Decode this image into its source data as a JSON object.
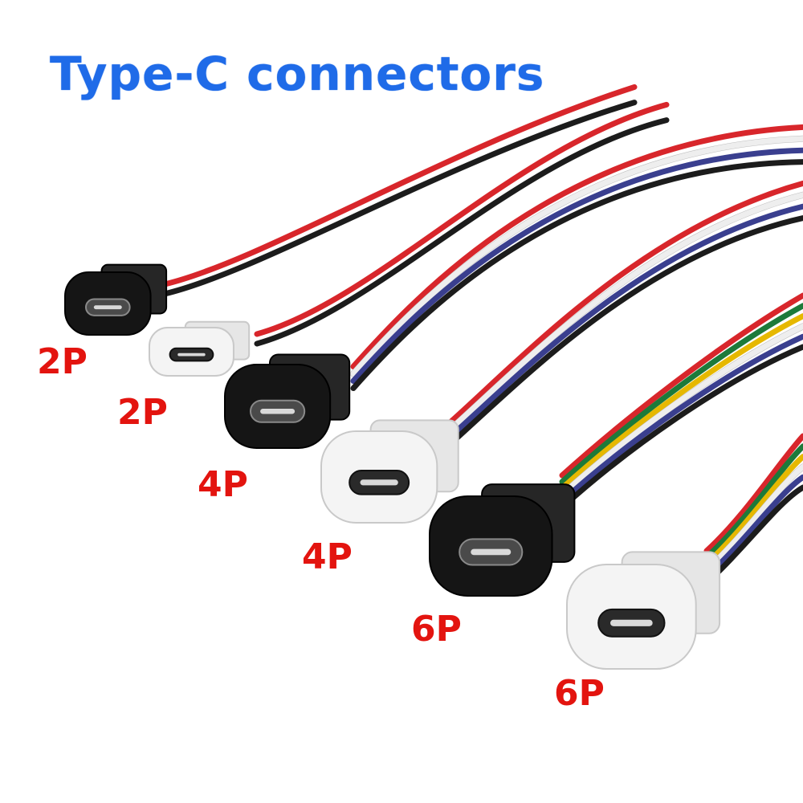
{
  "title": "Type-C connectors",
  "colors": {
    "title": "#1f6be8",
    "label": "#e3140f",
    "housing_black": "#151515",
    "housing_white": "#f4f4f4",
    "wire_red": "#d8262b",
    "wire_black": "#1c1c1c",
    "wire_white": "#eeeeee",
    "wire_blue": "#3a3f8f",
    "wire_green": "#1d7a3a",
    "wire_yellow": "#e6b800"
  },
  "connectors": [
    {
      "label": "2P",
      "housing": "black",
      "wires": [
        "red",
        "black"
      ]
    },
    {
      "label": "2P",
      "housing": "white",
      "wires": [
        "red",
        "black"
      ]
    },
    {
      "label": "4P",
      "housing": "black",
      "wires": [
        "red",
        "white",
        "blue",
        "black"
      ]
    },
    {
      "label": "4P",
      "housing": "white",
      "wires": [
        "red",
        "white",
        "blue",
        "black"
      ]
    },
    {
      "label": "6P",
      "housing": "black",
      "wires": [
        "red",
        "green",
        "yellow",
        "white",
        "blue",
        "black"
      ]
    },
    {
      "label": "6P",
      "housing": "white",
      "wires": [
        "red",
        "green",
        "yellow",
        "white",
        "blue",
        "black"
      ]
    }
  ]
}
